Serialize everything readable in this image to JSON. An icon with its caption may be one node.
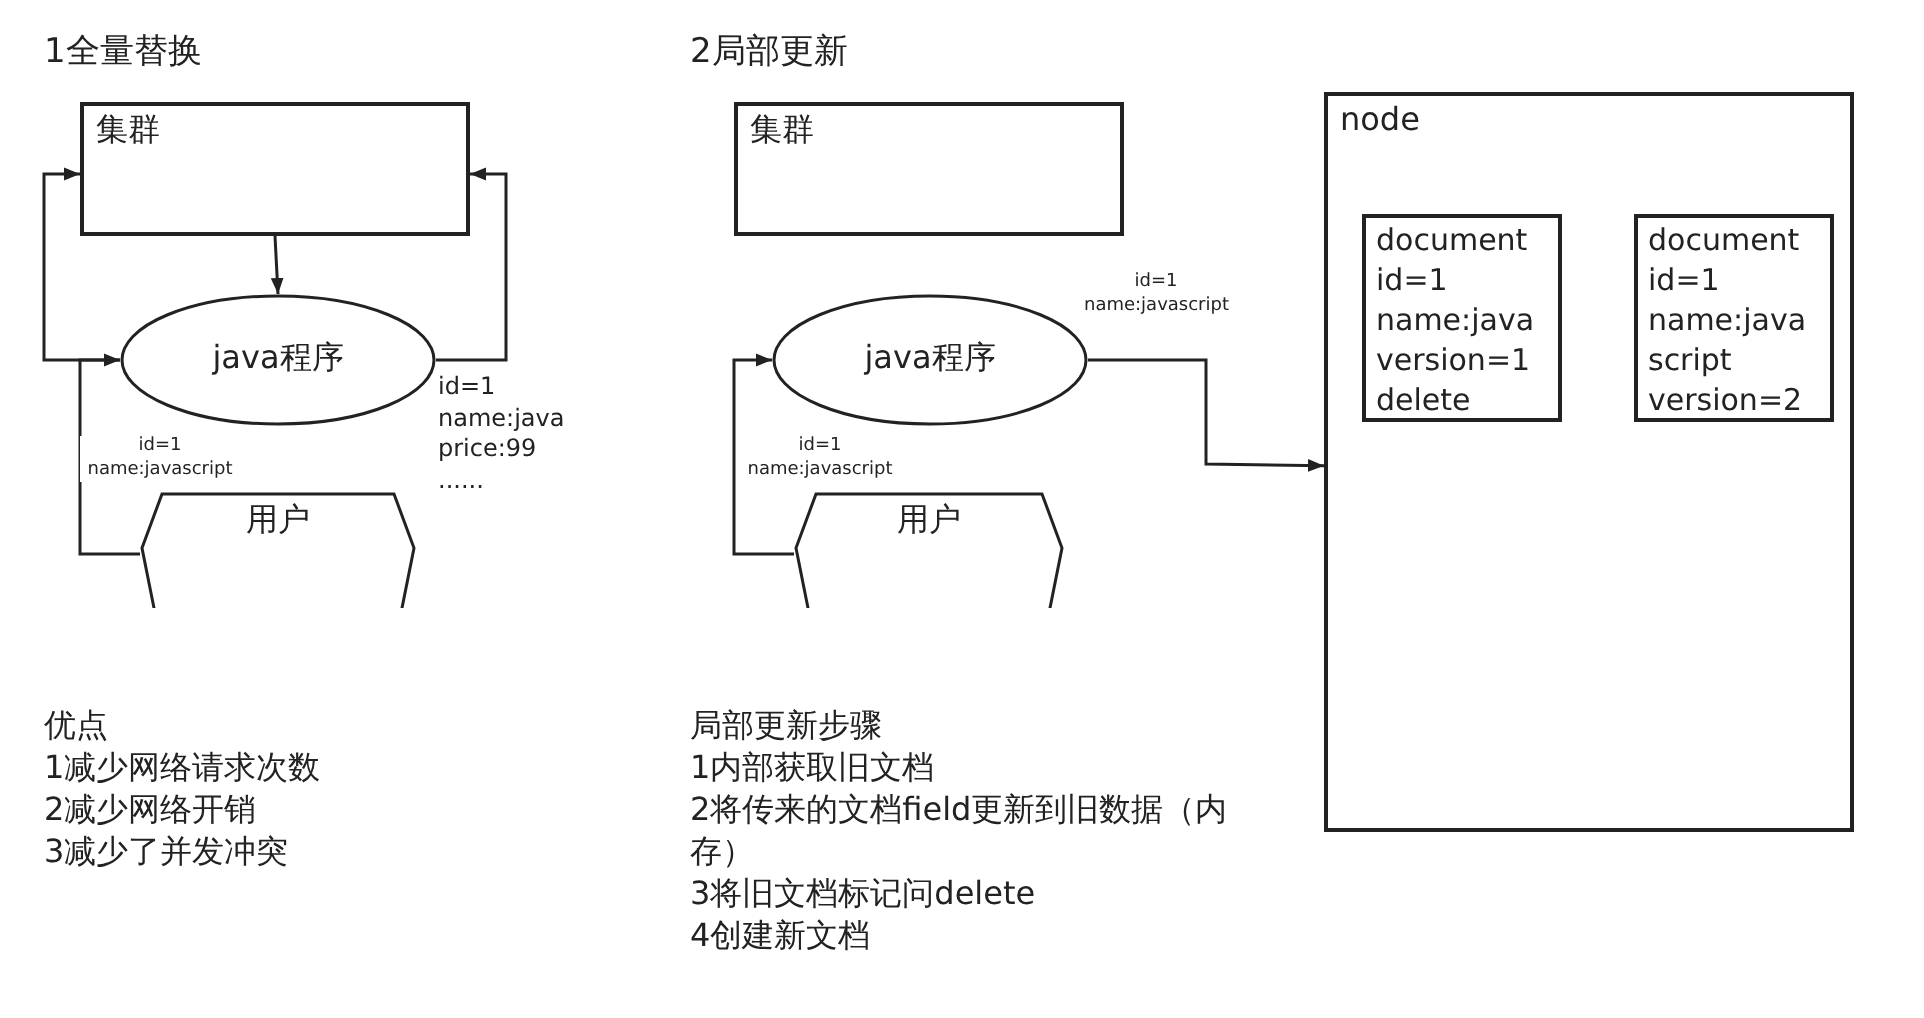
{
  "diagram": {
    "nodes": [
      {
        "text": [
          "集群"
        ]
      },
      {
        "text": [
          "java程序"
        ]
      },
      {
        "text": [
          "用户"
        ]
      },
      {
        "text": [
          "集群"
        ]
      },
      {
        "text": [
          "java程序"
        ]
      },
      {
        "text": [
          "用户"
        ]
      },
      {
        "text": [
          "node"
        ]
      },
      {
        "text": [
          "document id=1 name:java version=1 delete"
        ],
        "in": 6
      },
      {
        "text": [
          "document id=1 name:javascript version=2"
        ],
        "in": 6
      }
    ],
    "edges": [
      {
        "from": 0,
        "to": 1,
        "arrow": "to"
      },
      {
        "from": 2,
        "to": 1,
        "arrow": "to",
        "label": "id=1 name:javascript"
      },
      {
        "from": 1,
        "to": 0,
        "arrow": "to"
      },
      {
        "from": 1,
        "to": 0,
        "arrow": "to",
        "label": "id=1 name:java price:99 ......"
      },
      {
        "from": 5,
        "to": 4,
        "arrow": "to",
        "label": "id=1 name:javascript"
      },
      {
        "from": 4,
        "to": 6,
        "arrow": "to",
        "label": "id=1 name:javascript"
      }
    ],
    "labels": [
      "1全量替换",
      "2局部更新",
      "优点",
      "1减少网络请求次数",
      "2减少网络开销",
      "3减少了并发冲突",
      "局部更新步骤",
      "1内部获取旧文档",
      "2将传来的文档field更新到旧数据（内存）",
      "3将旧文档标记问delete",
      "4创建新文档"
    ]
  }
}
